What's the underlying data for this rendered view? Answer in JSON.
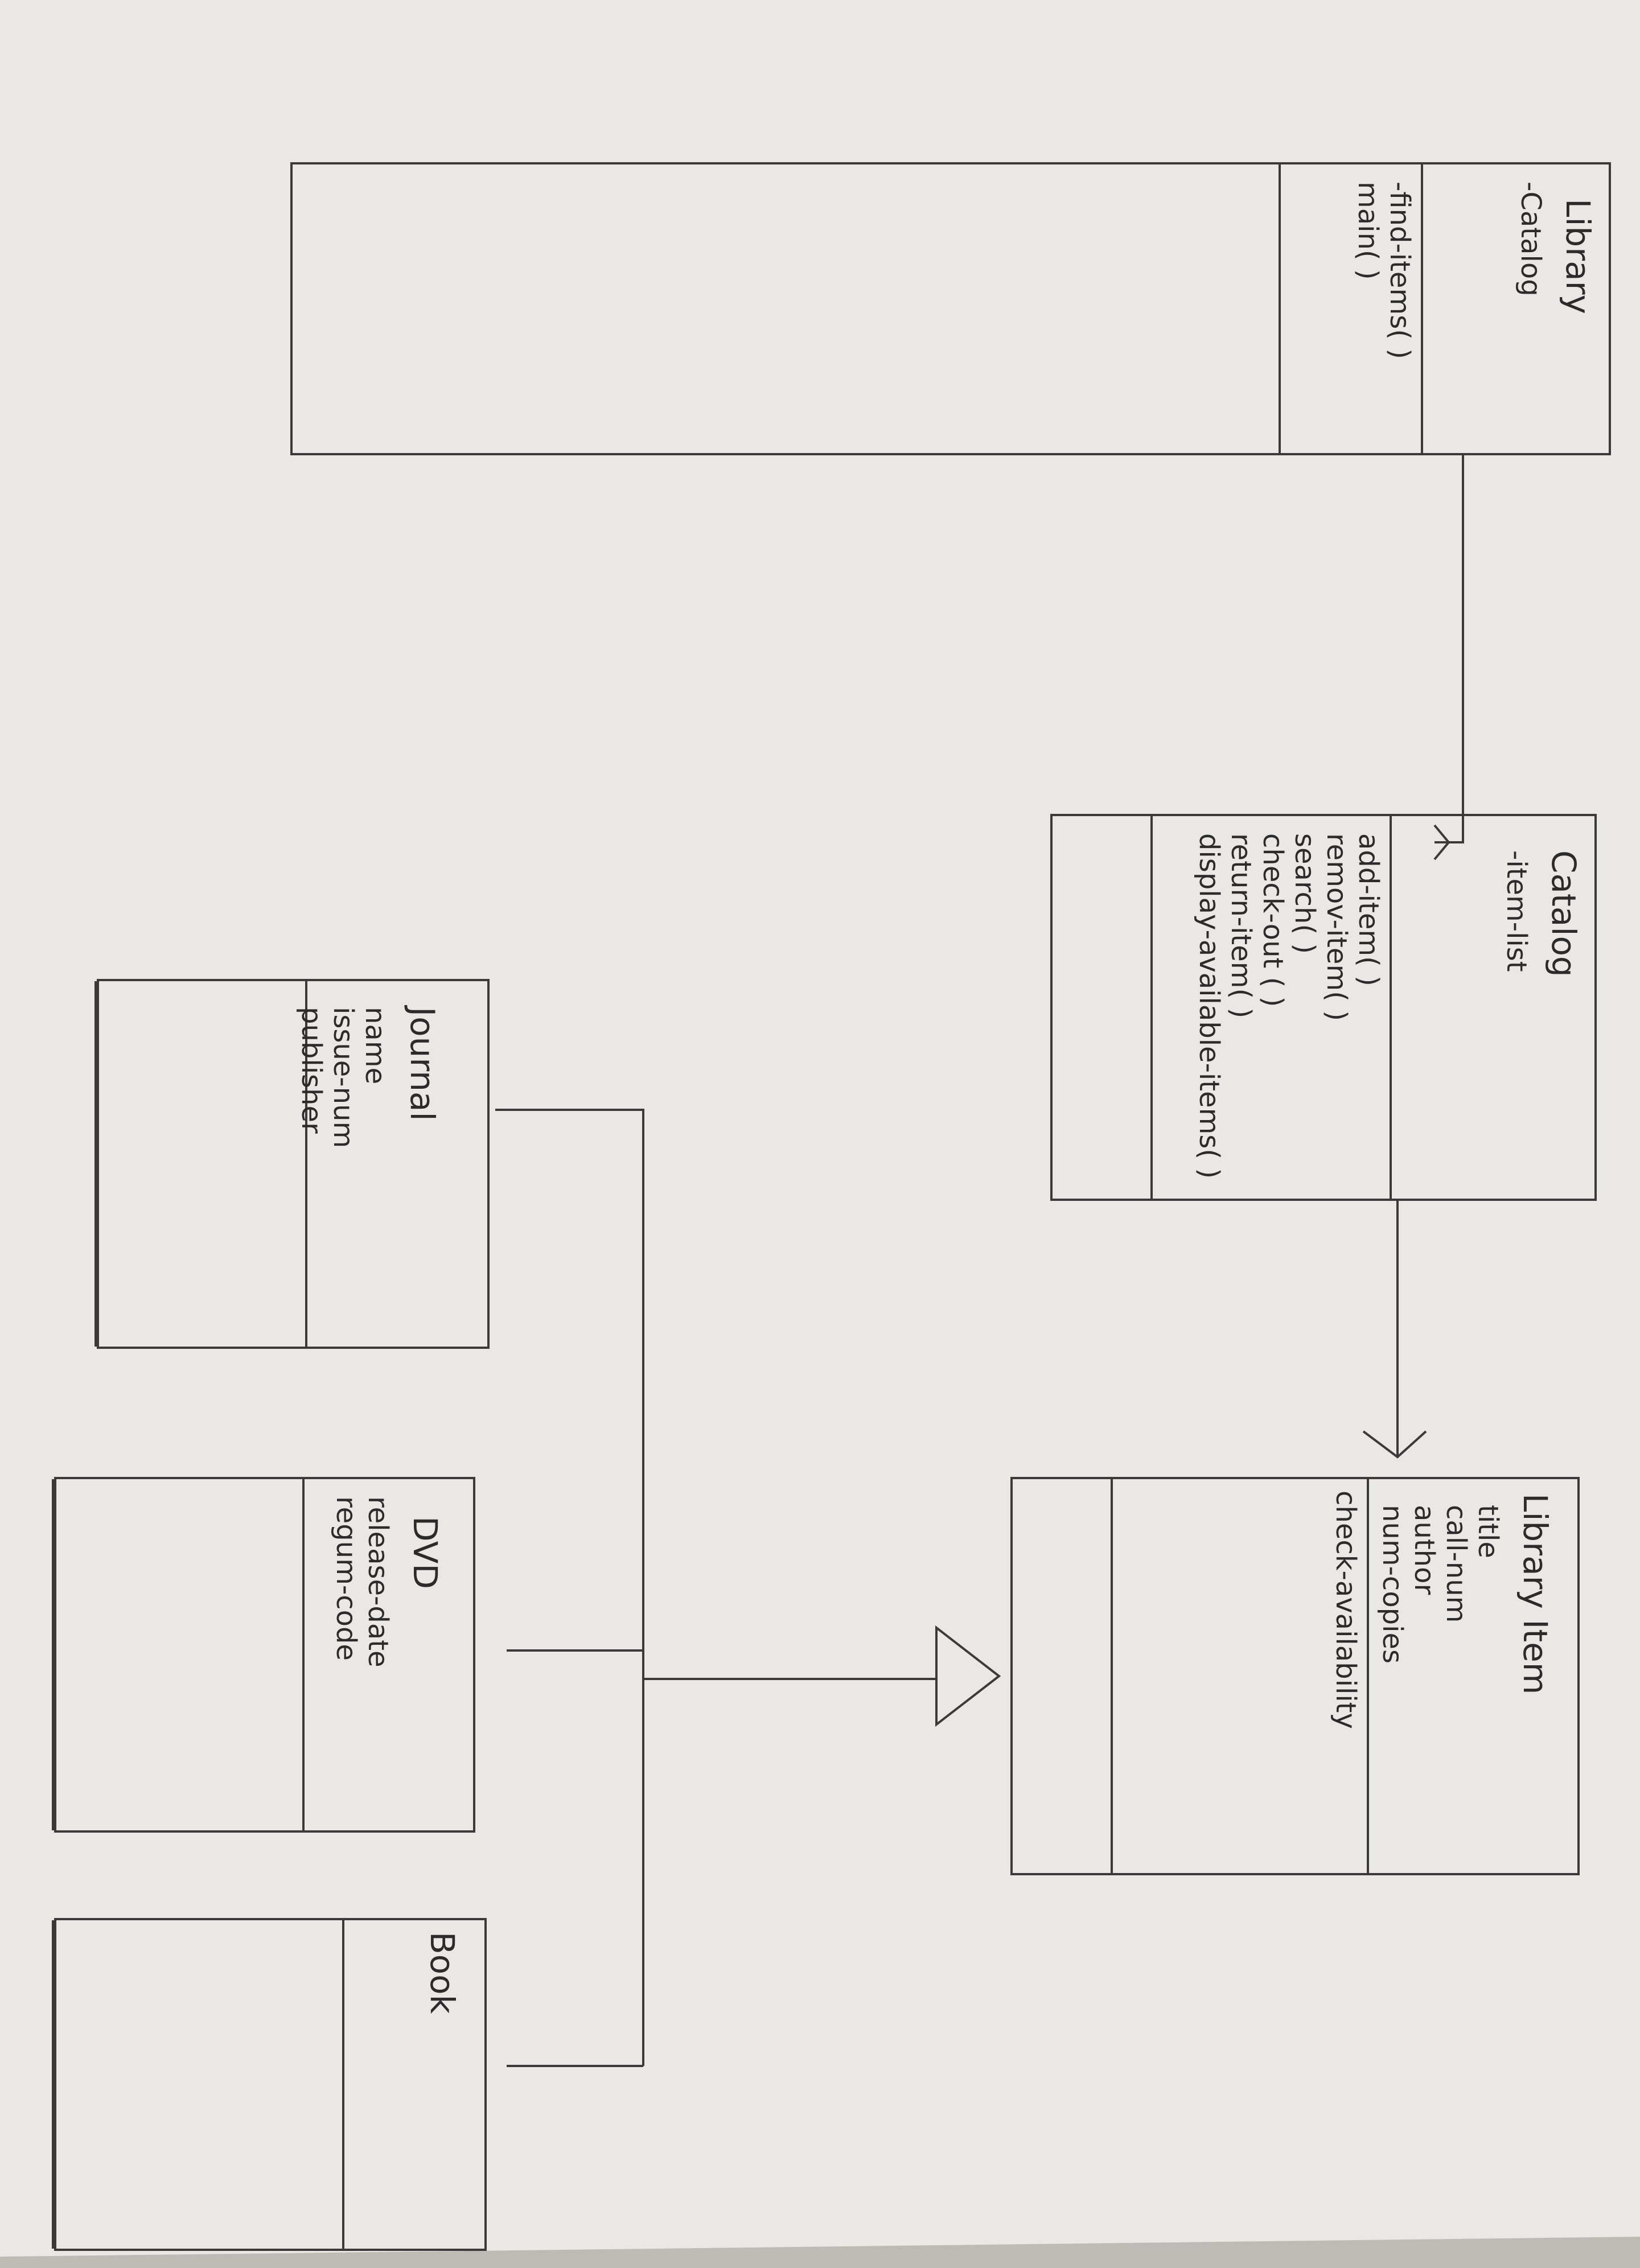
{
  "diagram": {
    "type": "uml-class-diagram",
    "orientation": "rotated-90-clockwise",
    "classes": [
      {
        "id": "library",
        "name": "Library",
        "attributes": [
          "-Catalog"
        ],
        "methods": [
          "-find-items( )",
          "main( )"
        ]
      },
      {
        "id": "catalog",
        "name": "Catalog",
        "attributes": [
          "-item-list"
        ],
        "methods": [
          "add-item( )",
          "remov-item( )",
          "search( )",
          "check-out ( )",
          "return-item( )",
          "display-available-items( )"
        ]
      },
      {
        "id": "library-item",
        "name": "Library Item",
        "attributes": [
          "title",
          "call-num",
          "author",
          "num-copies"
        ],
        "methods": [
          "check-availability"
        ]
      },
      {
        "id": "journal",
        "name": "Journal",
        "attributes": [
          "name",
          "issue-num",
          "publisher"
        ],
        "methods": []
      },
      {
        "id": "dvd",
        "name": "DVD",
        "attributes": [
          "release-date",
          "regum-code"
        ],
        "methods": []
      },
      {
        "id": "book",
        "name": "Book",
        "attributes": [],
        "methods": []
      }
    ],
    "relationships": [
      {
        "from": "library",
        "to": "catalog",
        "type": "association"
      },
      {
        "from": "catalog",
        "to": "library-item",
        "type": "association"
      },
      {
        "from": "journal",
        "to": "library-item",
        "type": "inheritance"
      },
      {
        "from": "dvd",
        "to": "library-item",
        "type": "inheritance"
      },
      {
        "from": "book",
        "to": "library-item",
        "type": "inheritance"
      }
    ]
  },
  "colors": {
    "paper": "#e9e8e4",
    "ink": "#2b2b2b",
    "line": "#3a3a3a",
    "background": "#d9d8d4"
  }
}
